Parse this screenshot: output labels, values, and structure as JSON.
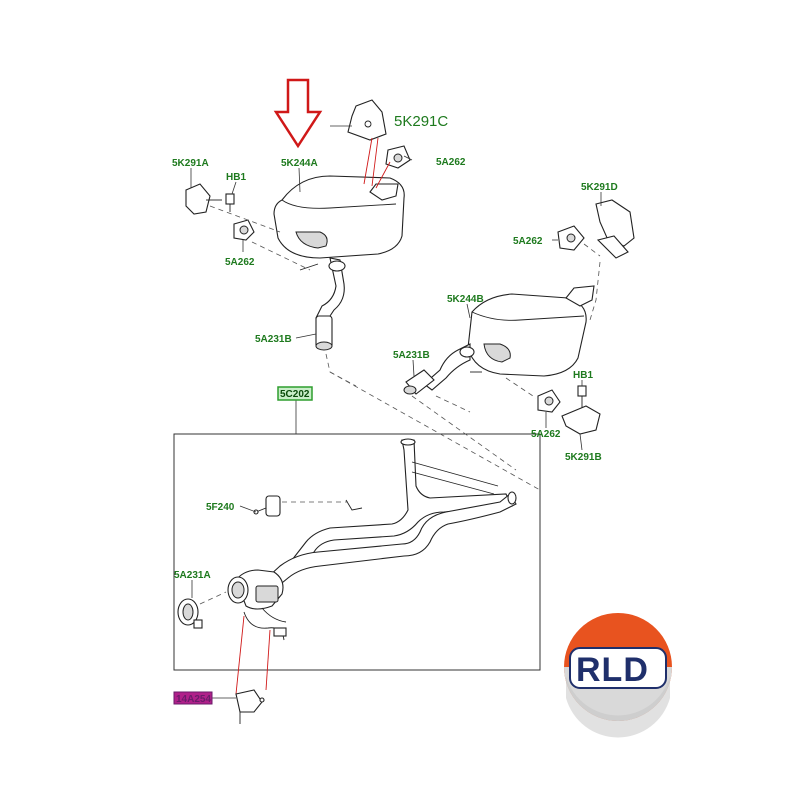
{
  "labels": {
    "p5K291C": "5K291C",
    "p5K244A": "5K244A",
    "p5A262_top": "5A262",
    "p5K291A": "5K291A",
    "pHB1_left": "HB1",
    "p5A262_left": "5A262",
    "p5K291D": "5K291D",
    "p5A262_right": "5A262",
    "p5K244B": "5K244B",
    "p5A231B_left": "5A231B",
    "p5A231B_right": "5A231B",
    "pHB1_right": "HB1",
    "p5A262_lowright": "5A262",
    "p5K291B": "5K291B",
    "p5C202": "5C202",
    "p5F240": "5F240",
    "p5A231A": "5A231A",
    "p14A254": "14A254"
  },
  "logo": {
    "text": "RLD"
  },
  "colors": {
    "label_green": "#1e7a1e",
    "highlight_box": "#2e9e2e",
    "highlight_purple": "#b0208a",
    "arrow_red": "#d01818",
    "logo_orange": "#e8531f",
    "logo_blue": "#1f2f6b"
  }
}
